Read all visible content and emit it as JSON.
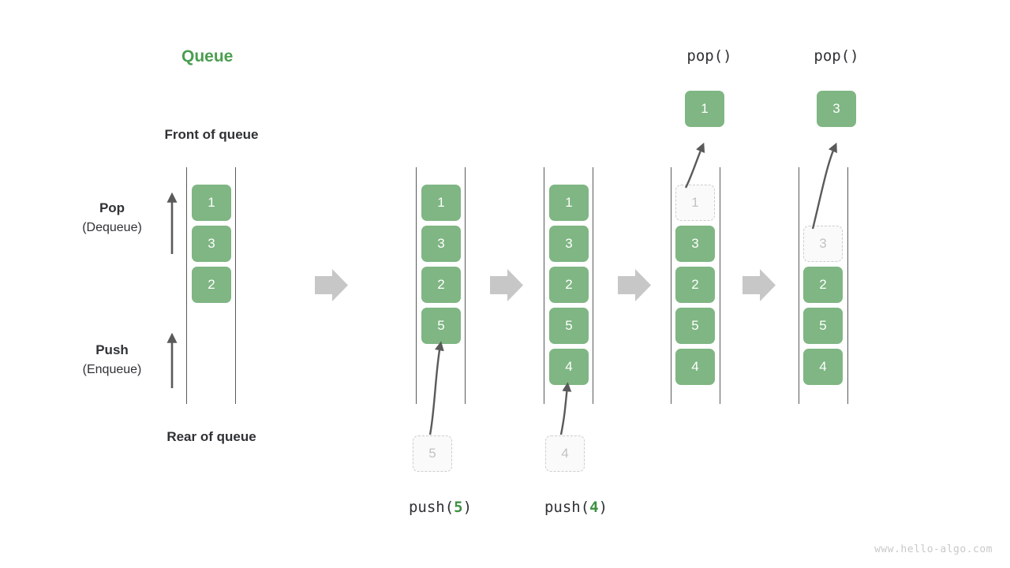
{
  "diagram": {
    "title": "Queue",
    "front_label": "Front of queue",
    "rear_label": "Rear of queue",
    "pop_side": {
      "name": "Pop",
      "alt": "(Dequeue)"
    },
    "push_side": {
      "name": "Push",
      "alt": "(Enqueue)"
    },
    "watermark": "www.hello-algo.com",
    "colors": {
      "cell_fill": "#7fb683",
      "title_green": "#4a9e4f",
      "ghost_border": "#cdcdcd",
      "ghost_fill": "#fafafa",
      "rail": "#5a5a5a",
      "step_arrow": "#c7c7c7",
      "motion_arrow": "#5a5a5a",
      "text_dark": "#2f3135",
      "watermark_gray": "#c9c9c9"
    },
    "columns": [
      {
        "id": "initial",
        "caption": "",
        "op_label": "",
        "cells": [
          {
            "value": "1",
            "state": "filled"
          },
          {
            "value": "3",
            "state": "filled"
          },
          {
            "value": "2",
            "state": "filled"
          }
        ]
      },
      {
        "id": "after-push-5",
        "caption_prefix": "push(",
        "caption_num": "5",
        "caption_suffix": ")",
        "incoming_value": "5",
        "cells": [
          {
            "value": "1",
            "state": "filled"
          },
          {
            "value": "3",
            "state": "filled"
          },
          {
            "value": "2",
            "state": "filled"
          },
          {
            "value": "5",
            "state": "filled"
          }
        ]
      },
      {
        "id": "after-push-4",
        "caption_prefix": "push(",
        "caption_num": "4",
        "caption_suffix": ")",
        "incoming_value": "4",
        "cells": [
          {
            "value": "1",
            "state": "filled"
          },
          {
            "value": "3",
            "state": "filled"
          },
          {
            "value": "2",
            "state": "filled"
          },
          {
            "value": "5",
            "state": "filled"
          },
          {
            "value": "4",
            "state": "filled"
          }
        ]
      },
      {
        "id": "after-pop-1",
        "op_label": "pop()",
        "popped_value": "1",
        "cells": [
          {
            "value": "1",
            "state": "ghost"
          },
          {
            "value": "3",
            "state": "filled"
          },
          {
            "value": "2",
            "state": "filled"
          },
          {
            "value": "5",
            "state": "filled"
          },
          {
            "value": "4",
            "state": "filled"
          }
        ]
      },
      {
        "id": "after-pop-3",
        "op_label": "pop()",
        "popped_value": "3",
        "cells": [
          {
            "value": "",
            "state": "empty"
          },
          {
            "value": "3",
            "state": "ghost"
          },
          {
            "value": "2",
            "state": "filled"
          },
          {
            "value": "5",
            "state": "filled"
          },
          {
            "value": "4",
            "state": "filled"
          }
        ]
      }
    ],
    "step_arrow_count": 4
  }
}
